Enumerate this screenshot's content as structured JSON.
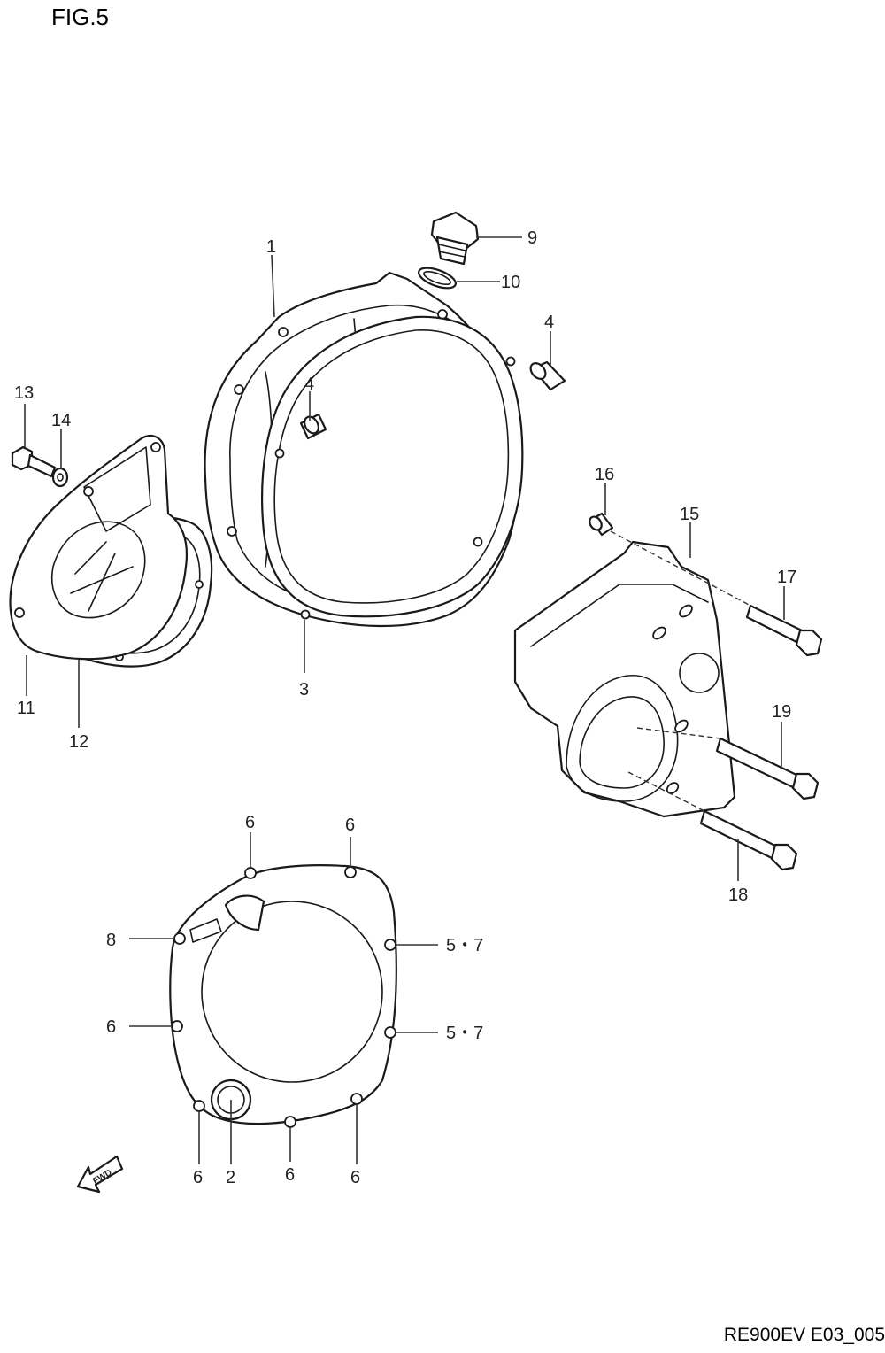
{
  "figure_title": "FIG.5",
  "page_code": "RE900EV E03_005",
  "fwd_label": "FWD",
  "callouts": {
    "c1": "1",
    "c2": "2",
    "c3": "3",
    "c4a": "4",
    "c4b": "4",
    "c57a": "5・7",
    "c57b": "5・7",
    "c6a": "6",
    "c6b": "6",
    "c6c": "6",
    "c6d": "6",
    "c6e": "6",
    "c6f": "6",
    "c8": "8",
    "c9": "9",
    "c10": "10",
    "c11": "11",
    "c12": "12",
    "c13": "13",
    "c14": "14",
    "c15": "15",
    "c16": "16",
    "c17": "17",
    "c18": "18",
    "c19": "19"
  }
}
